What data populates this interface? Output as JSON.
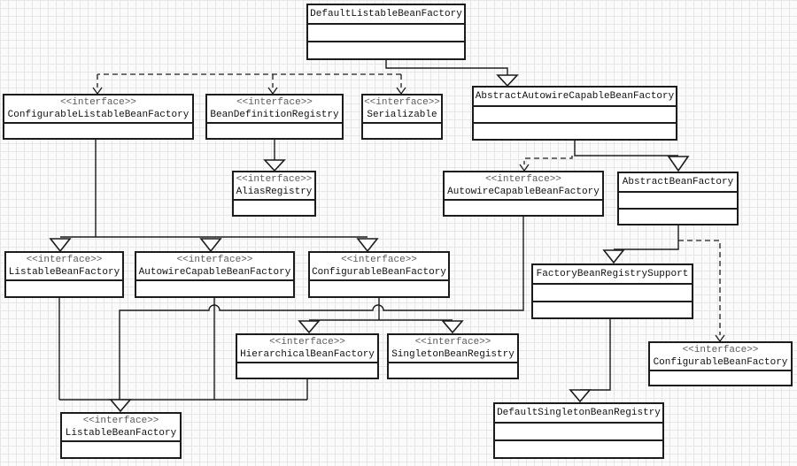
{
  "diagram": {
    "title": "BeanFactory class hierarchy UML diagram",
    "colors": {
      "line": "#1c1c1c",
      "box_background": "#ffffff",
      "stereotype_text": "#5a5a5a",
      "class_name_text": "#101010",
      "grid_line": "#e4e7e8"
    }
  },
  "classes": {
    "default_listable_bean_factory": {
      "kind": "class",
      "name": "DefaultListableBeanFactory"
    },
    "configurable_listable_bean_factory": {
      "kind": "interface",
      "stereotype": "<<interface>>",
      "name": "ConfigurableListableBeanFactory"
    },
    "bean_definition_registry": {
      "kind": "interface",
      "stereotype": "<<interface>>",
      "name": "BeanDefinitionRegistry"
    },
    "serializable": {
      "kind": "interface",
      "stereotype": "<<interface>>",
      "name": "Serializable"
    },
    "abstract_autowire_capable_bean_factory": {
      "kind": "class",
      "name": "AbstractAutowireCapableBeanFactory"
    },
    "alias_registry": {
      "kind": "interface",
      "stereotype": "<<interface>>",
      "name": "AliasRegistry"
    },
    "autowire_capable_bean_factory_top": {
      "kind": "interface",
      "stereotype": "<<interface>>",
      "name": "AutowireCapableBeanFactory"
    },
    "abstract_bean_factory": {
      "kind": "class",
      "name": "AbstractBeanFactory"
    },
    "listable_bean_factory_mid": {
      "kind": "interface",
      "stereotype": "<<interface>>",
      "name": "ListableBeanFactory"
    },
    "autowire_capable_bean_factory_mid": {
      "kind": "interface",
      "stereotype": "<<interface>>",
      "name": "AutowireCapableBeanFactory"
    },
    "configurable_bean_factory_mid": {
      "kind": "interface",
      "stereotype": "<<interface>>",
      "name": "ConfigurableBeanFactory"
    },
    "factory_bean_registry_support": {
      "kind": "class",
      "name": "FactoryBeanRegistrySupport"
    },
    "hierarchical_bean_factory": {
      "kind": "interface",
      "stereotype": "<<interface>>",
      "name": "HierarchicalBeanFactory"
    },
    "singleton_bean_registry": {
      "kind": "interface",
      "stereotype": "<<interface>>",
      "name": "SingletonBeanRegistry"
    },
    "configurable_bean_factory_right": {
      "kind": "interface",
      "stereotype": "<<interface>>",
      "name": "ConfigurableBeanFactory"
    },
    "listable_bean_factory_bottom": {
      "kind": "interface",
      "stereotype": "<<interface>>",
      "name": "ListableBeanFactory"
    },
    "default_singleton_bean_registry": {
      "kind": "class",
      "name": "DefaultSingletonBeanRegistry"
    }
  },
  "relationships": [
    {
      "from": "DefaultListableBeanFactory",
      "to": "ConfigurableListableBeanFactory",
      "type": "realization"
    },
    {
      "from": "DefaultListableBeanFactory",
      "to": "BeanDefinitionRegistry",
      "type": "realization"
    },
    {
      "from": "DefaultListableBeanFactory",
      "to": "Serializable",
      "type": "realization"
    },
    {
      "from": "DefaultListableBeanFactory",
      "to": "AbstractAutowireCapableBeanFactory",
      "type": "generalization"
    },
    {
      "from": "BeanDefinitionRegistry",
      "to": "AliasRegistry",
      "type": "generalization"
    },
    {
      "from": "ConfigurableListableBeanFactory",
      "to": "ListableBeanFactory",
      "type": "generalization"
    },
    {
      "from": "ConfigurableListableBeanFactory",
      "to": "AutowireCapableBeanFactory",
      "type": "generalization"
    },
    {
      "from": "ConfigurableListableBeanFactory",
      "to": "ConfigurableBeanFactory",
      "type": "generalization"
    },
    {
      "from": "AbstractAutowireCapableBeanFactory",
      "to": "AutowireCapableBeanFactory",
      "type": "realization"
    },
    {
      "from": "AbstractAutowireCapableBeanFactory",
      "to": "AbstractBeanFactory",
      "type": "generalization"
    },
    {
      "from": "AbstractBeanFactory",
      "to": "FactoryBeanRegistrySupport",
      "type": "generalization"
    },
    {
      "from": "AbstractBeanFactory",
      "to": "ConfigurableBeanFactory",
      "type": "realization"
    },
    {
      "from": "FactoryBeanRegistrySupport",
      "to": "DefaultSingletonBeanRegistry",
      "type": "generalization"
    },
    {
      "from": "ListableBeanFactory",
      "to": "ListableBeanFactory(bottom)",
      "type": "generalization"
    },
    {
      "from": "AutowireCapableBeanFactory(mid)",
      "to": "ListableBeanFactory(bottom)",
      "type": "generalization"
    },
    {
      "from": "HierarchicalBeanFactory",
      "to": "ListableBeanFactory(bottom)",
      "type": "generalization"
    },
    {
      "from": "AutowireCapableBeanFactory(top)",
      "to": "ListableBeanFactory(bottom)",
      "type": "generalization"
    },
    {
      "from": "ConfigurableBeanFactory(mid)",
      "to": "HierarchicalBeanFactory",
      "type": "generalization"
    },
    {
      "from": "ConfigurableBeanFactory(mid)",
      "to": "SingletonBeanRegistry",
      "type": "generalization"
    }
  ]
}
